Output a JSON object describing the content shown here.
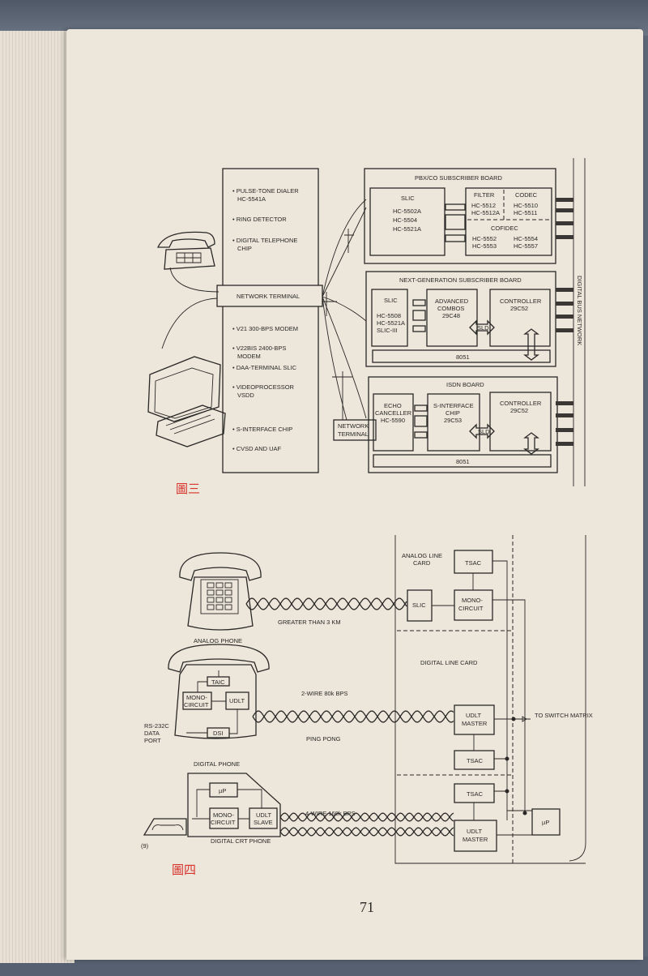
{
  "figure3": {
    "caption": "圖三",
    "terminal_items": [
      [
        "• PULSE-TONE DIALER",
        "HC-5541A"
      ],
      [
        "• RING DETECTOR"
      ],
      [
        "• DIGITAL TELEPHONE",
        "CHIP"
      ],
      [
        "• V21 300-BPS MODEM"
      ],
      [
        "• V22BIS 2400-BPS",
        "MODEM"
      ],
      [
        "• DAA-TERMINAL SLIC"
      ],
      [
        "• VIDEOPROCESSOR",
        "VSDD"
      ],
      [
        "• S-INTERFACE CHIP"
      ],
      [
        "• CVSD AND UAF"
      ]
    ],
    "network_terminal": "NETWORK TERMINAL",
    "network_terminal_small": [
      "NETWORK",
      "TERMINAL"
    ],
    "bus_label": "DIGITAL BUS NETWORK",
    "pbx_board": {
      "title": "PBX/CO SUBSCRIBER BOARD",
      "slic": "SLIC",
      "slic_parts": [
        "HC-5502A",
        "HC-5504",
        "HC-5521A"
      ],
      "filter": "FILTER",
      "filter_parts": [
        "HC-5512",
        "HC-5512A"
      ],
      "codec": "CODEC",
      "codec_parts": [
        "HC-5510",
        "HC-5511"
      ],
      "cofidec": "COFIDEC",
      "cofidec_parts": [
        "HC-5552",
        "HC-5553",
        "HC-5554",
        "HC-5557"
      ]
    },
    "nextgen_board": {
      "title": "NEXT-GENERATION SUBSCRIBER BOARD",
      "slic": "SLIC",
      "slic_parts": [
        "HC-5508",
        "HC-5521A",
        "SLIC-III"
      ],
      "combos": [
        "ADVANCED",
        "COMBOS",
        "29C48"
      ],
      "controller": [
        "CONTROLLER",
        "29C52"
      ],
      "sld": "SLD",
      "cpu": "8051"
    },
    "isdn_board": {
      "title": "ISDN BOARD",
      "echo": [
        "ECHO",
        "CANCELLER",
        "HC-5590"
      ],
      "sinterface": [
        "S-INTERFACE",
        "CHIP",
        "29C53"
      ],
      "controller": [
        "CONTROLLER",
        "29C52"
      ],
      "sld": "SLD",
      "cpu": "8051"
    }
  },
  "figure4": {
    "caption": "圖四",
    "analog_phone": "ANALOG PHONE",
    "digital_phone": "DIGITAL PHONE",
    "digital_crt_phone": "DIGITAL CRT PHONE",
    "panel_mark": "(9)",
    "taic": "TAIC",
    "mono_circuit": [
      "MONO-",
      "CIRCUIT"
    ],
    "udlt": "UDLT",
    "dsi": "DSI",
    "rs232": [
      "RS-232C",
      "DATA",
      "PORT"
    ],
    "up": "µP",
    "udlt_slave": [
      "UDLT",
      "SLAVE"
    ],
    "line1_label": "GREATER THAN 3 KM",
    "line2_label_top": "2-WIRE 80k BPS",
    "line2_label_bottom": "PING PONG",
    "line3_label": "4-WIRE 160k BPS",
    "analog_line_card": [
      "ANALOG LINE",
      "CARD"
    ],
    "digital_line_card": "DIGITAL LINE CARD",
    "tsac": "TSAC",
    "slic": "SLIC",
    "udlt_master": [
      "UDLT",
      "MASTER"
    ],
    "to_switch_matrix": "TO SWITCH MATRIX"
  },
  "page_number": "71"
}
